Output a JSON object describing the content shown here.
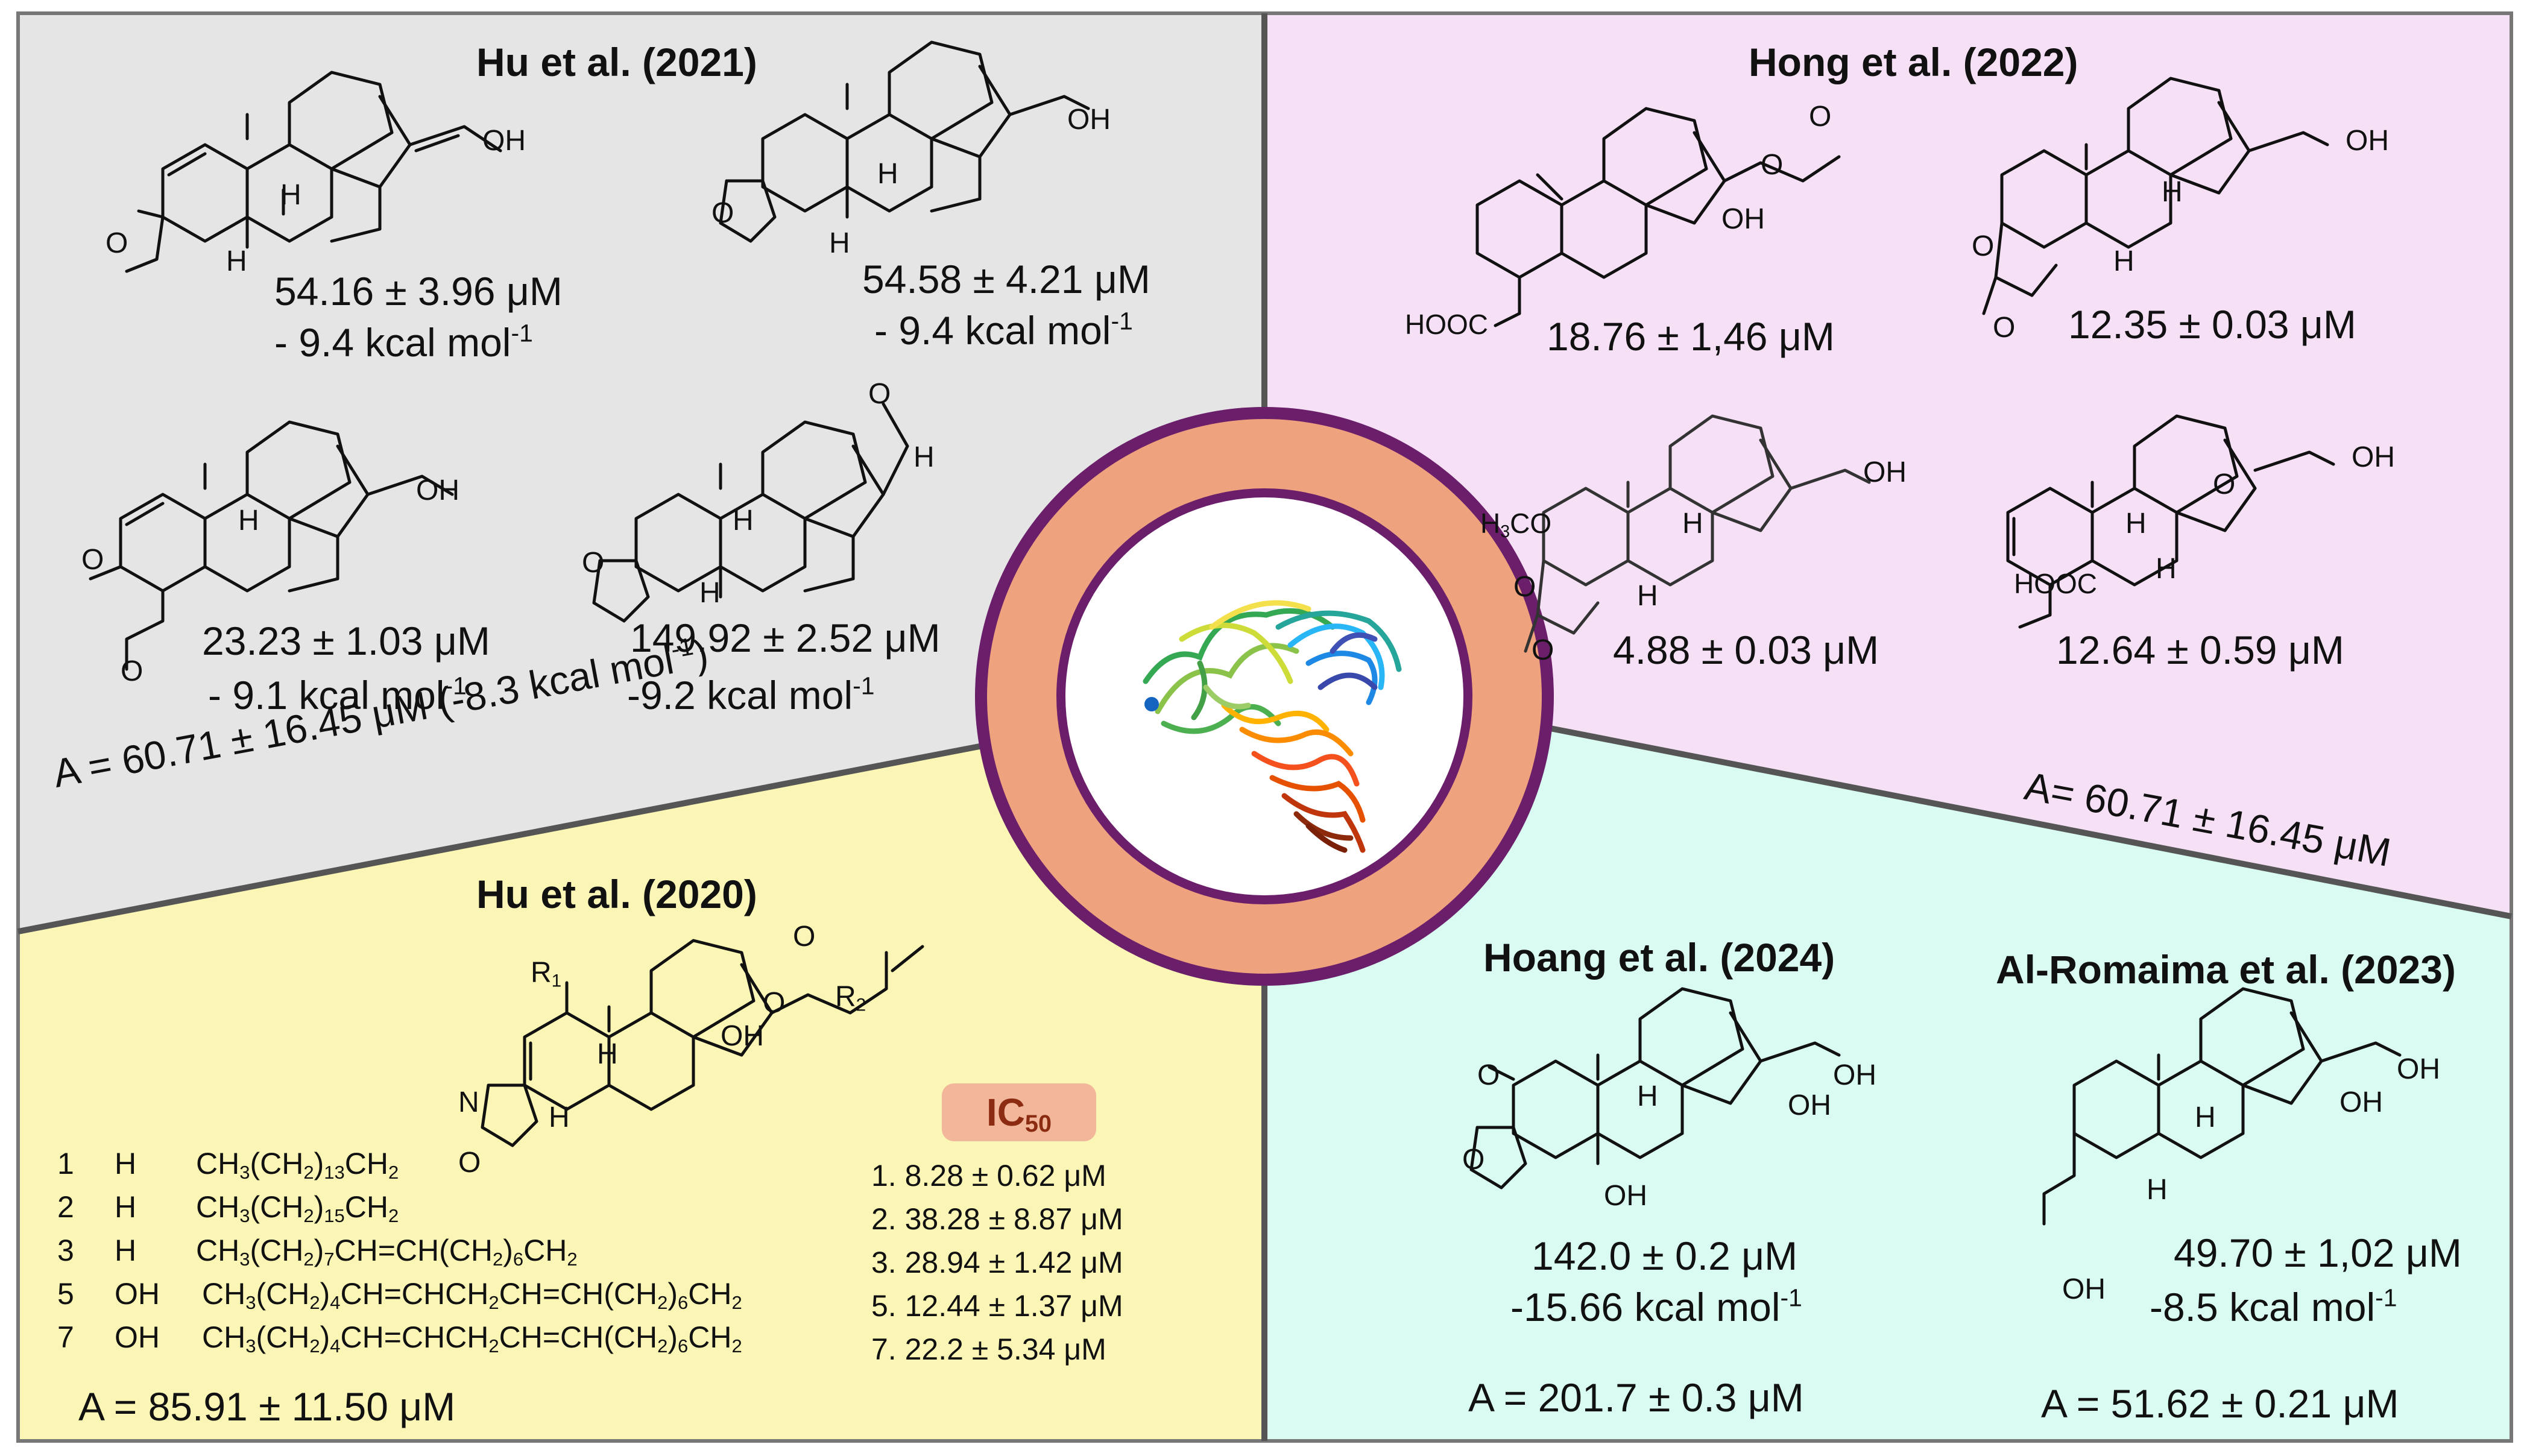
{
  "colors": {
    "tl_panel": "#e5e5e5",
    "tr_panel": "#f5e0f5",
    "bl_panel": "#fbf6b6",
    "br_panel": "#d9fbf1",
    "divider": "#555555",
    "ring_outer": "#6b1f6b",
    "ring_fill": "#eea27e",
    "ic50_badge": "#f2b79b"
  },
  "top_left": {
    "title": "Hu et al. (2021)",
    "c1": {
      "ic50": "54.16  ± 3.96 μM",
      "energy": "- 9.4 kcal mol",
      "energy_sup": "-1"
    },
    "c2": {
      "ic50": "54.58  ± 4.21 μM",
      "energy": "- 9.4 kcal mol",
      "energy_sup": "-1"
    },
    "c3": {
      "ic50": "23.23 ± 1.03 μM",
      "energy": "- 9.1 kcal mol",
      "energy_sup": "-1"
    },
    "c4": {
      "ic50": "149.92  ± 2.52 μM",
      "energy": "-9.2 kcal mol",
      "energy_sup": "-1"
    },
    "average": "A = 60.71 ± 16.45 μM (-8.3 kcal mol",
    "average_sup": "-1",
    "average_end": ")"
  },
  "top_right": {
    "title": "Hong et al. (2022)",
    "c1": {
      "ic50": "18.76  ± 1,46 μM"
    },
    "c2": {
      "ic50": "12.35  ± 0.03 μM"
    },
    "c3": {
      "ic50": "4.88  ± 0.03 μM"
    },
    "c4": {
      "ic50": "12.64  ± 0.59 μM"
    },
    "average": "A=  60.71 ± 16.45 μM"
  },
  "bottom_left": {
    "title": "Hu et al. (2020)",
    "rows": [
      {
        "n": "1",
        "r1": "H",
        "r2": [
          "CH",
          "3",
          "(CH",
          "2",
          ")",
          "13",
          "CH",
          "2",
          ""
        ]
      },
      {
        "n": "2",
        "r1": "H",
        "r2": [
          "CH",
          "3",
          "(CH",
          "2",
          ")",
          "15",
          "CH",
          "2",
          ""
        ]
      },
      {
        "n": "3",
        "r1": "H",
        "r2": [
          "CH",
          "3",
          "(CH",
          "2",
          ")",
          "7",
          "CH=CH(CH",
          "2",
          ")",
          "6",
          "CH",
          "2",
          ""
        ]
      },
      {
        "n": "5",
        "r1": "OH",
        "r2": [
          "CH",
          "3",
          "(CH",
          "2",
          ")",
          "4",
          "CH=CHCH",
          "2",
          "CH=CH(CH",
          "2",
          ")",
          "6",
          "CH",
          "2",
          ""
        ]
      },
      {
        "n": "7",
        "r1": "OH",
        "r2": [
          "CH",
          "3",
          "(CH",
          "2",
          ")",
          "4",
          "CH=CHCH",
          "2",
          "CH=CH(CH",
          "2",
          ")",
          "6",
          "CH",
          "2",
          ""
        ]
      }
    ],
    "ic50_label": "IC",
    "ic50_sub": "50",
    "ic50_values": [
      "1.  8.28    ± 0.62 μM",
      "2.  38.28 ± 8.87 μM",
      "3.  28.94  ± 1.42 μM",
      "5.  12.44 ± 1.37 μM",
      "7.   22.2 ± 5.34  μM"
    ],
    "average": "A = 85.91 ± 11.50 μM",
    "atom_labels": {
      "r1": "R",
      "r1_sub": "1",
      "r2": "R",
      "r2_sub": "2",
      "oh": "OH",
      "n": "N",
      "o": "O",
      "h": "H"
    }
  },
  "bottom_right": {
    "left_title": "Hoang et al. (2024)",
    "left_ic50": "142.0  ± 0.2 μM",
    "left_energy": "-15.66 kcal mol",
    "left_energy_sup": "-1",
    "left_average": "A = 201.7 ± 0.3 μM",
    "right_title": "Al-Romaima et al. (2023)",
    "right_ic50": "49.70  ± 1,02 μM",
    "right_energy": "-8.5 kcal mol",
    "right_energy_sup": "-1",
    "right_average": "A = 51.62 ± 0.21 μM"
  },
  "atoms": {
    "oh": "OH",
    "h": "H",
    "o": "O",
    "hooc": "HOOC",
    "h3co": "H",
    "h3co_sub": "3",
    "h3co_end": "CO"
  }
}
